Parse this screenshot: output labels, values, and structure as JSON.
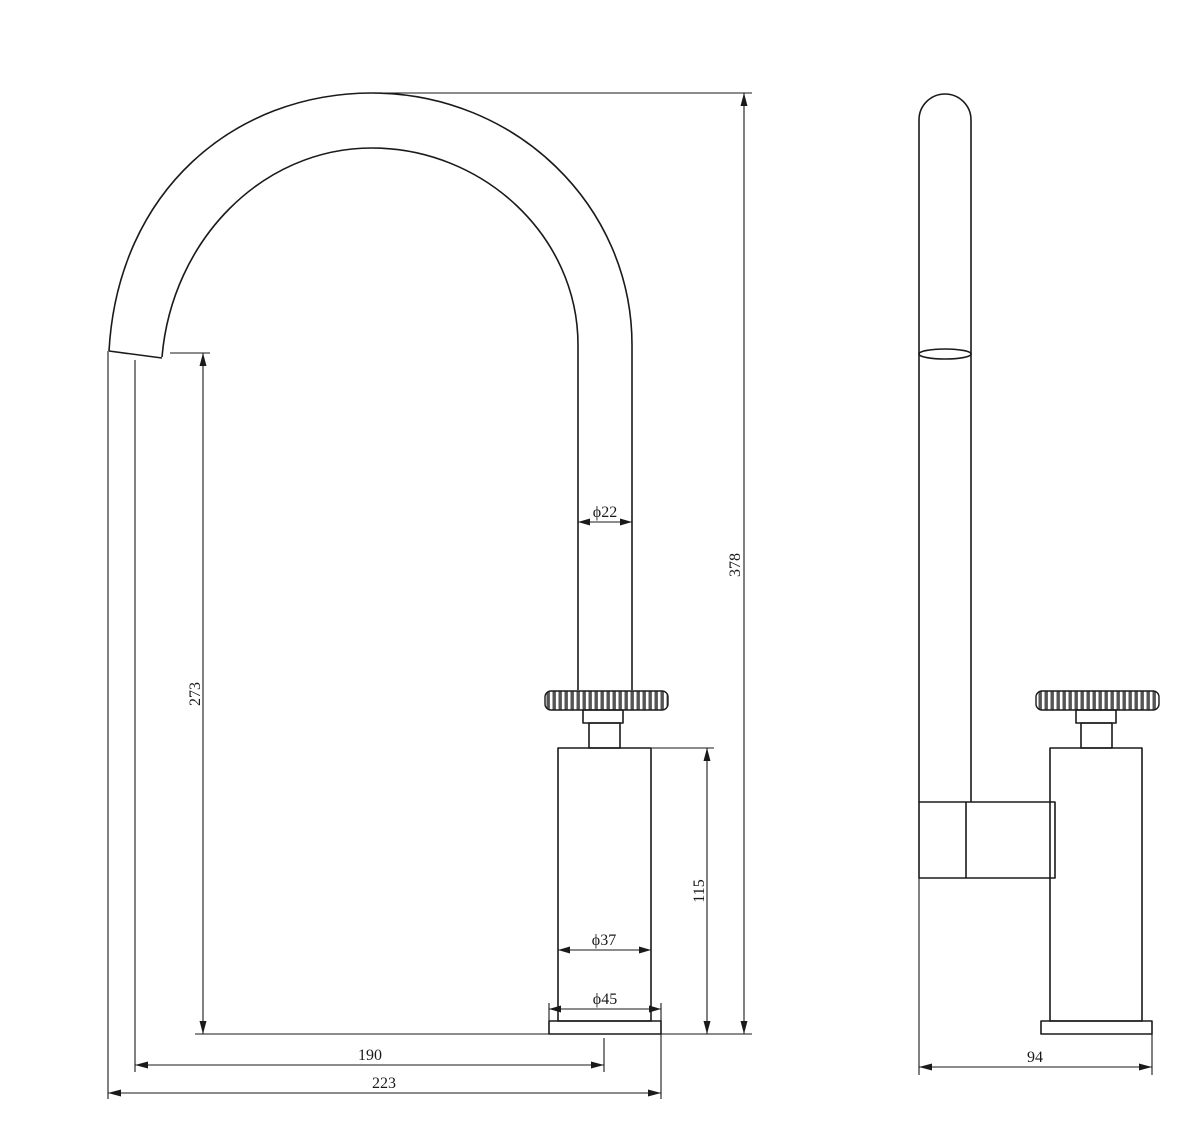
{
  "colors": {
    "line": "#1a1a1a",
    "knurl": "#6a6a6a",
    "background": "#ffffff"
  },
  "front_view": {
    "dimensions": {
      "total_height": "378",
      "spout_height": "273",
      "body_height": "115",
      "spout_reach": "190",
      "total_reach": "223",
      "spout_diameter": "ϕ22",
      "body_diameter": "ϕ37",
      "base_diameter": "ϕ45"
    }
  },
  "side_view": {
    "dimensions": {
      "depth": "94"
    }
  }
}
